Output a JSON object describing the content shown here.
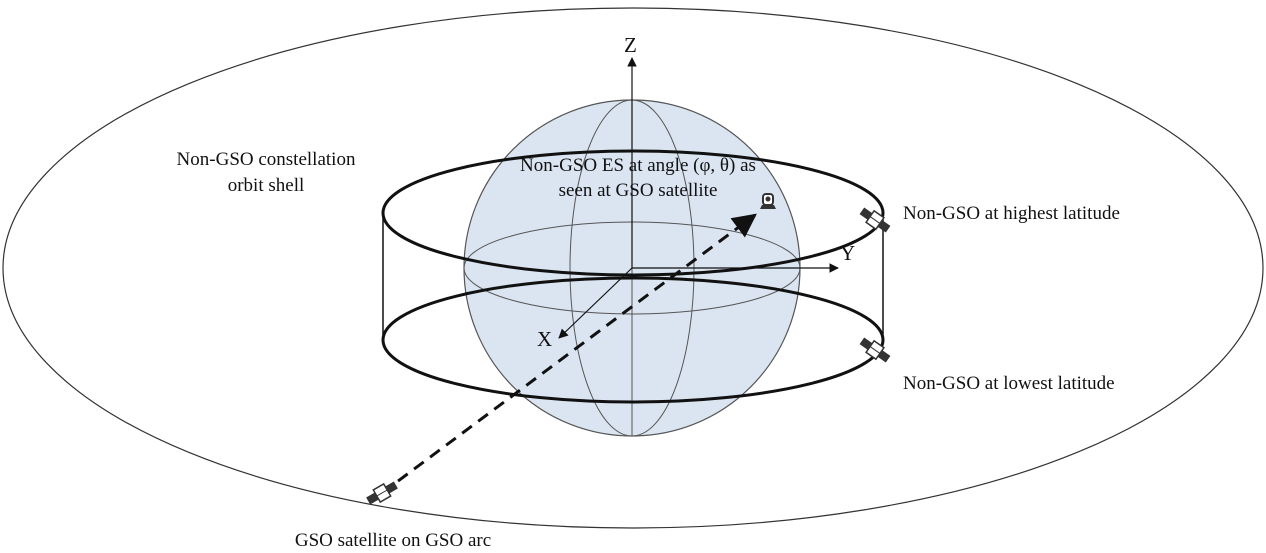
{
  "labels": {
    "shell": [
      "Non-GSO constellation",
      "orbit shell"
    ],
    "es": [
      "Non-GSO ES at angle (φ, θ) as",
      "seen at GSO satellite"
    ],
    "highest": "Non-GSO at highest latitude",
    "lowest": "Non-GSO at lowest latitude",
    "gso": "GSO satellite on GSO arc"
  },
  "axes": {
    "x": "X",
    "y": "Y",
    "z": "Z"
  },
  "colors": {
    "earth_fill": "#dbe5f1",
    "line": "#111111"
  },
  "icons": [
    "satellite-icon",
    "earth-station-icon"
  ]
}
